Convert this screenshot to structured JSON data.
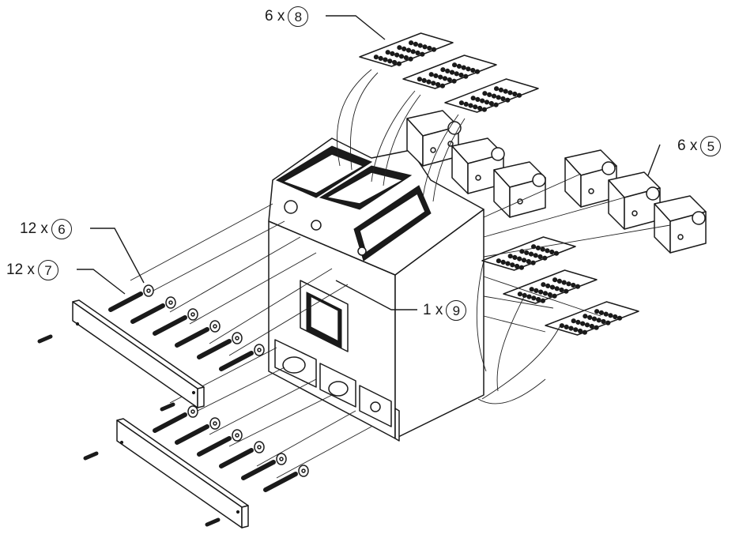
{
  "callouts": [
    {
      "id": "c8",
      "qty": "6 x",
      "num": "8"
    },
    {
      "id": "c5",
      "qty": "6 x",
      "num": "5"
    },
    {
      "id": "c6",
      "qty": "12 x",
      "num": "6"
    },
    {
      "id": "c7",
      "qty": "12 x",
      "num": "7"
    },
    {
      "id": "c9",
      "qty": "1 x",
      "num": "9"
    }
  ],
  "colors": {
    "line": "#1a1a1a",
    "background": "#ffffff"
  }
}
